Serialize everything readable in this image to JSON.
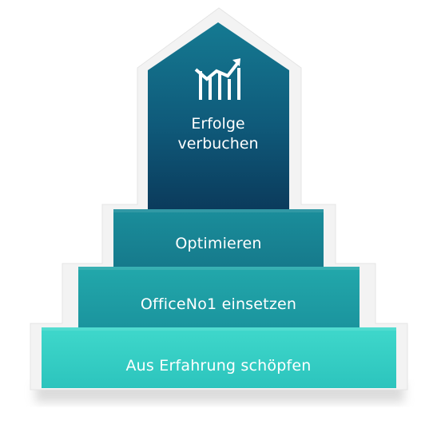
{
  "diagram": {
    "top": {
      "icon": "growth-chart-icon",
      "title_line1": "Erfolge",
      "title_line2": "verbuchen"
    },
    "steps": [
      {
        "label": "Optimieren"
      },
      {
        "label": "OfficeNo1 einsetzen"
      },
      {
        "label": "Aus Erfahrung schöpfen"
      }
    ],
    "colors": {
      "top_dark": "#0b3b5c",
      "top_mid": "#136585",
      "step1": "#1a8a98",
      "step2": "#1fa8aa",
      "step3": "#36d3c7",
      "border": "#eeeeee",
      "shadow": "#c8c8c8"
    }
  }
}
